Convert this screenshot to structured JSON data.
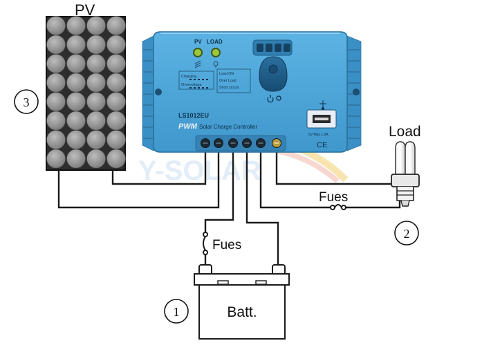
{
  "diagram": {
    "pv_label": "PV",
    "load_label": "Load",
    "battery_label": "Batt.",
    "fuse_battery_label": "Fues",
    "fuse_load_label": "Fues",
    "markers": {
      "battery": "1",
      "load": "2",
      "pv": "3"
    },
    "watermark": "Y-SOLAR"
  },
  "controller": {
    "indicator_pv": "PV",
    "indicator_load": "LOAD",
    "model": "LS1012EU",
    "brand": "PWM",
    "subtitle": "Solar Charge Controller",
    "status_lines": [
      "Charging",
      "Overvoltage"
    ],
    "load_status_lines": [
      "Load ON",
      "Over Load",
      "Short circuit"
    ],
    "usb_caption": "5V Max 1.2A",
    "ce_mark": "CE",
    "button_icon": "power-icon"
  },
  "colors": {
    "controller_body": "#4aa3d6",
    "controller_dark": "#2f7fb3",
    "led": "#9bc83a",
    "panel_cell": "#9a9a9a",
    "panel_frame": "#3a3a3a",
    "wire": "#1a1a1a"
  }
}
